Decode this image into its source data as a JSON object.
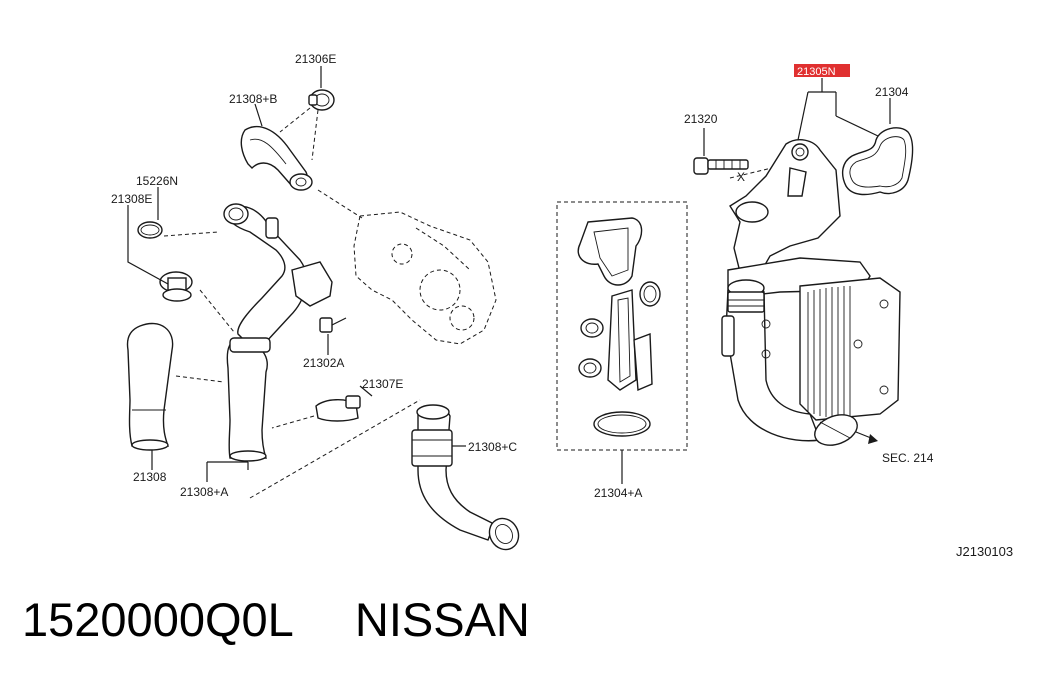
{
  "callouts": {
    "c21306E": "21306E",
    "c21308B_B": "21308+B",
    "c15226N": "15226N",
    "c21308E": "21308E",
    "c21302A": "21302A",
    "c21307E": "21307E",
    "c21308": "21308",
    "c21308B_A": "21308+A",
    "c21308C": "21308+C",
    "c21320": "21320",
    "c21305N": "21305N",
    "c21304": "21304",
    "c21304A": "21304+A",
    "sec214": "SEC. 214",
    "figure_code": "J2130103",
    "x_mark": "X"
  },
  "footer": {
    "part_number": "1520000Q0L",
    "brand": "NISSAN"
  },
  "colors": {
    "highlight": "#e03030",
    "line": "#1a1a1a"
  }
}
